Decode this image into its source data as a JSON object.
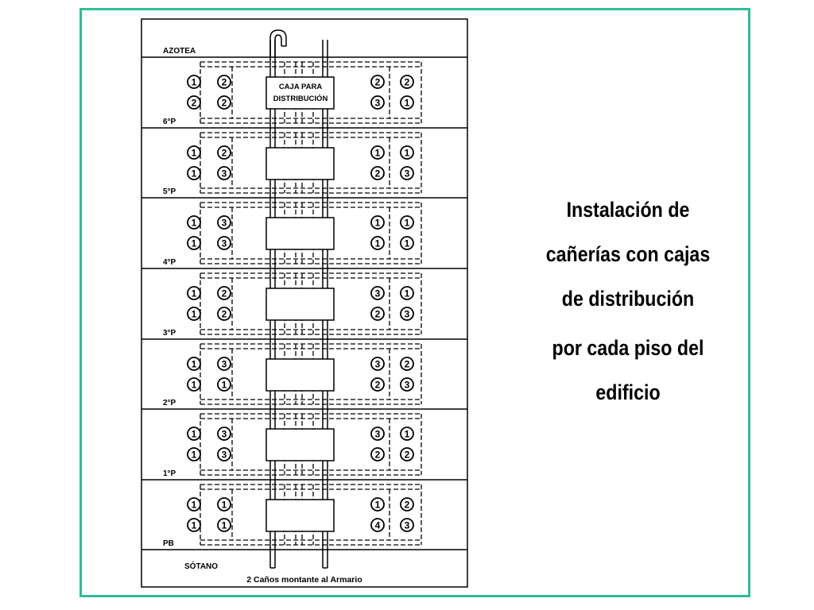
{
  "diagram": {
    "floor_labels": [
      "AZOTEA",
      "6°P",
      "5°P",
      "4°P",
      "3°P",
      "2°P",
      "1°P",
      "PB"
    ],
    "basement_label": "SÓTANO",
    "box_label_line1": "CAJA  PARA",
    "box_label_line2": "DISTRIBUCIÓN",
    "footer_label": "2 Caños montante al Armario",
    "floors": [
      {
        "left": [
          [
            "1",
            "2"
          ],
          [
            "2",
            "2"
          ]
        ],
        "right": [
          [
            "2",
            "2"
          ],
          [
            "3",
            "1"
          ]
        ]
      },
      {
        "left": [
          [
            "1",
            "2"
          ],
          [
            "1",
            "3"
          ]
        ],
        "right": [
          [
            "1",
            "1"
          ],
          [
            "2",
            "3"
          ]
        ]
      },
      {
        "left": [
          [
            "1",
            "3"
          ],
          [
            "1",
            "3"
          ]
        ],
        "right": [
          [
            "1",
            "1"
          ],
          [
            "1",
            "1"
          ]
        ]
      },
      {
        "left": [
          [
            "1",
            "2"
          ],
          [
            "1",
            "2"
          ]
        ],
        "right": [
          [
            "3",
            "1"
          ],
          [
            "2",
            "3"
          ]
        ]
      },
      {
        "left": [
          [
            "1",
            "3"
          ],
          [
            "1",
            "1"
          ]
        ],
        "right": [
          [
            "3",
            "2"
          ],
          [
            "2",
            "3"
          ]
        ]
      },
      {
        "left": [
          [
            "1",
            "3"
          ],
          [
            "1",
            "3"
          ]
        ],
        "right": [
          [
            "3",
            "1"
          ],
          [
            "2",
            "2"
          ]
        ]
      },
      {
        "left": [
          [
            "1",
            "1"
          ],
          [
            "1",
            "1"
          ]
        ],
        "right": [
          [
            "1",
            "2"
          ],
          [
            "4",
            "3"
          ]
        ]
      }
    ]
  },
  "caption": {
    "main_line1": "Instalación de",
    "main_line2": "cañerías con cajas",
    "main_line3": "de distribución",
    "sub_line1": "por cada piso del",
    "sub_line2": "edificio"
  },
  "colors": {
    "frame": "#2bbf9a",
    "ink": "#000000"
  }
}
